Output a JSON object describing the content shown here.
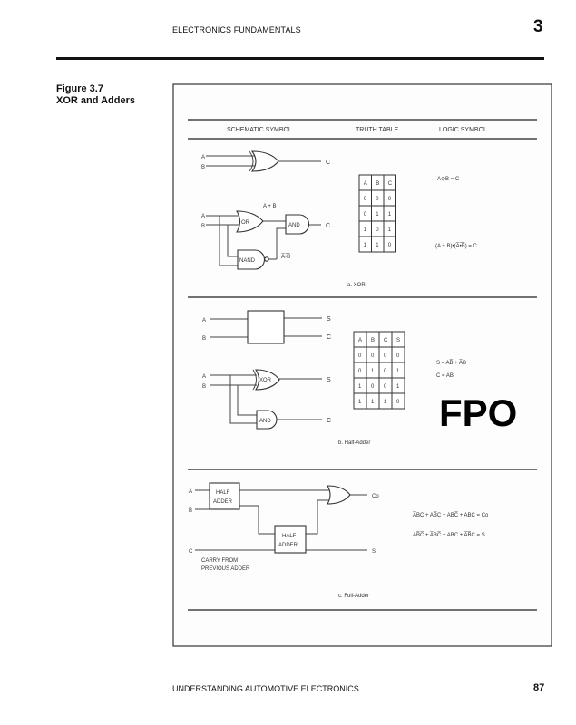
{
  "header": {
    "running_title": "ELECTRONICS FUNDAMENTALS",
    "chapter_number": "3"
  },
  "figure": {
    "number": "Figure 3.7",
    "title": "XOR and Adders",
    "columns": [
      "SCHEMATIC SYMBOL",
      "TRUTH TABLE",
      "LOGIC SYMBOL"
    ],
    "xor": {
      "inputs": [
        "A",
        "B"
      ],
      "output": "C",
      "gates": {
        "or": "OR",
        "and": "AND",
        "nand": "NAND"
      },
      "or_label": "A + B",
      "nand_label": "A̅•̅B̅",
      "truth_table": {
        "headers": [
          "A",
          "B",
          "C"
        ],
        "rows": [
          [
            "0",
            "0",
            "0"
          ],
          [
            "0",
            "1",
            "1"
          ],
          [
            "1",
            "0",
            "1"
          ],
          [
            "1",
            "1",
            "0"
          ]
        ]
      },
      "logic_1": "A⊖B = C",
      "logic_2": "(A + B)•(A̅•̅B̅) = C",
      "caption": "a. XOR"
    },
    "half_adder": {
      "inputs": [
        "A",
        "B"
      ],
      "outputs": [
        "S",
        "C"
      ],
      "gates": {
        "xor": "XOR",
        "and": "AND"
      },
      "truth_table": {
        "headers": [
          "A",
          "B",
          "C",
          "S"
        ],
        "rows": [
          [
            "0",
            "0",
            "0",
            "0"
          ],
          [
            "0",
            "1",
            "0",
            "1"
          ],
          [
            "1",
            "0",
            "0",
            "1"
          ],
          [
            "1",
            "1",
            "1",
            "0"
          ]
        ]
      },
      "logic_1": "S = AB̅ + A̅B",
      "logic_2": "C = AB",
      "caption": "b. Half-Adder",
      "stamp": "FPO"
    },
    "full_adder": {
      "inputs": [
        "A",
        "B",
        "C"
      ],
      "box_label_1": "HALF",
      "box_label_2": "ADDER",
      "carry_out": "Co",
      "sum": "S",
      "carry_note_1": "CARRY FROM",
      "carry_note_2": "PREVIOUS ADDER",
      "logic_1": "A̅BC + AB̅C + ABC̅ + ABC = Co",
      "logic_2": "AB̅C̅ + A̅BC̅ + ABC + A̅B̅C = S",
      "caption": "c. Full-Adder"
    }
  },
  "footer": {
    "book_title": "UNDERSTANDING AUTOMOTIVE ELECTRONICS",
    "page_number": "87"
  }
}
